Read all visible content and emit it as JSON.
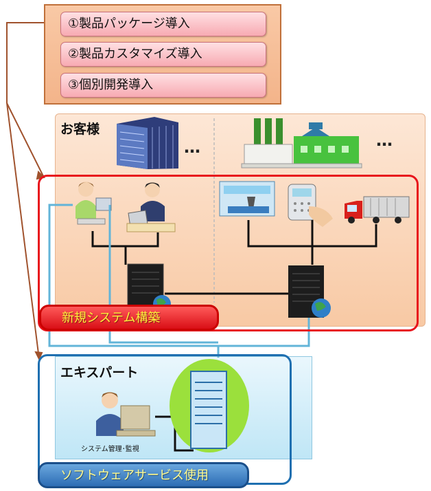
{
  "options": [
    {
      "label": "①製品パッケージ導入"
    },
    {
      "label": "②製品カスタマイズ導入"
    },
    {
      "label": "③個別開発導入"
    }
  ],
  "customer": {
    "title": "お客様",
    "ellipsis_left": "…",
    "ellipsis_right": "…"
  },
  "new_system": {
    "label": "新規システム構築"
  },
  "expert": {
    "title": "エキスパート",
    "caption": "システム管理･監視"
  },
  "software_service": {
    "label": "ソフトウェアサービス使用"
  },
  "colors": {
    "new_system": "#e8141c",
    "software": "#1e6fb0",
    "options_panel": "#f6bd95"
  }
}
